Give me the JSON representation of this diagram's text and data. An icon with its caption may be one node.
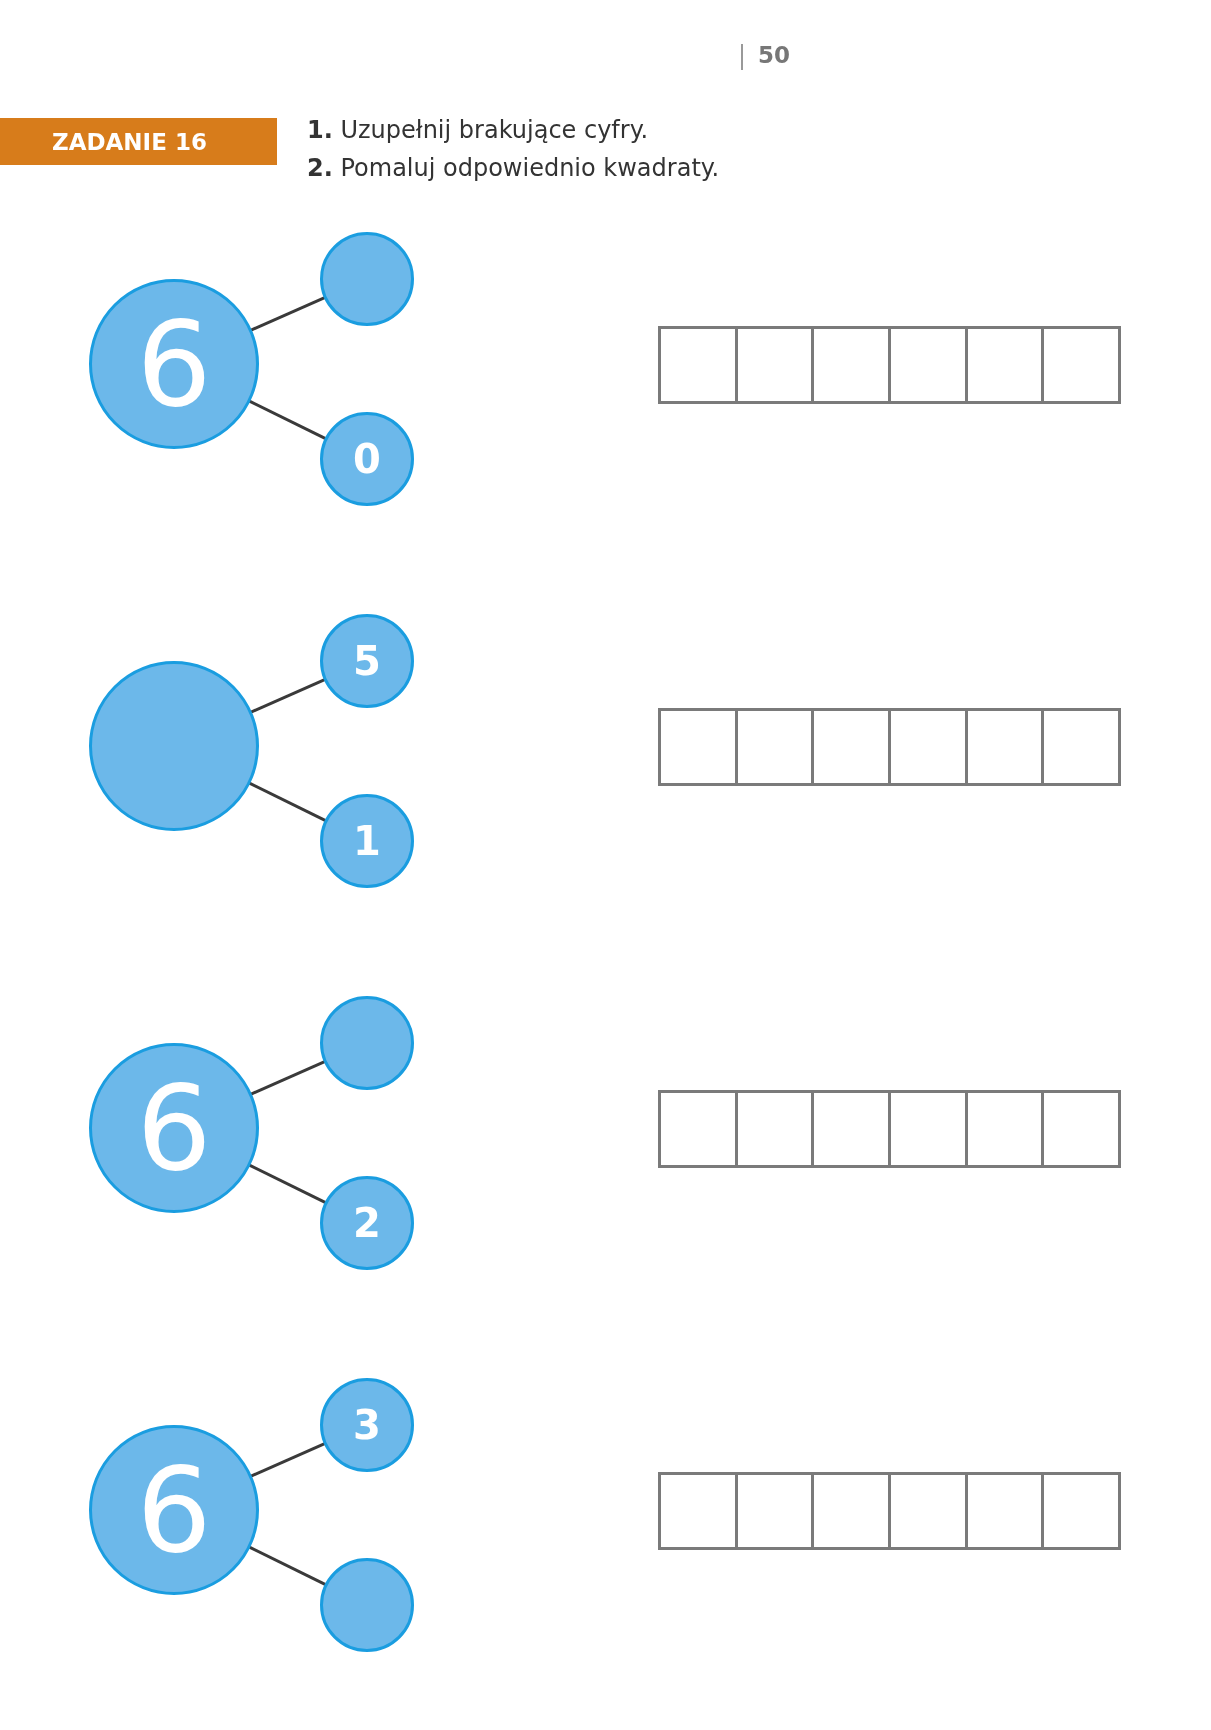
{
  "diagram": {
    "title": "ZADANIE 16",
    "nodes": [
      {
        "text": [
          "6"
        ]
      },
      {
        "text": [],
        "shape": "circle"
      },
      {
        "text": [
          "0"
        ]
      },
      {
        "text": [],
        "shape": "circle"
      },
      {
        "text": [
          "5"
        ]
      },
      {
        "text": [
          "1"
        ]
      },
      {
        "text": [
          "6"
        ]
      },
      {
        "text": [],
        "shape": "circle"
      },
      {
        "text": [
          "2"
        ]
      },
      {
        "text": [
          "6"
        ]
      },
      {
        "text": [
          "3"
        ]
      },
      {
        "text": [],
        "shape": "circle"
      }
    ],
    "edges": [
      {
        "from": 0,
        "to": 1,
        "arrow": "none"
      },
      {
        "from": 0,
        "to": 2,
        "arrow": "none"
      },
      {
        "from": 3,
        "to": 4,
        "arrow": "none"
      },
      {
        "from": 3,
        "to": 5,
        "arrow": "none"
      },
      {
        "from": 6,
        "to": 7,
        "arrow": "none"
      },
      {
        "from": 6,
        "to": 8,
        "arrow": "none"
      },
      {
        "from": 9,
        "to": 10,
        "arrow": "none"
      },
      {
        "from": 9,
        "to": 11,
        "arrow": "none"
      }
    ],
    "labels": [
      "50",
      "**1.** Uzupełnij brakujące cyfry.",
      "**2.** Pomaluj odpowiednio kwadraty."
    ]
  }
}
